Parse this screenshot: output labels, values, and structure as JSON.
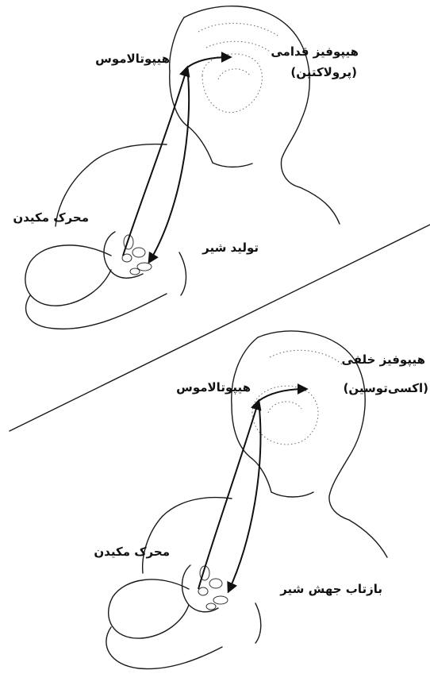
{
  "top": {
    "hypothalamus": "هیپوتالاموس",
    "pituitary_line1": "هیپوفیز قدامی",
    "pituitary_line2": "(پرولاکتین)",
    "stimulus": "محرک مکیدن",
    "response": "تولید شیر"
  },
  "bottom": {
    "hypothalamus": "هیپوتالاموس",
    "pituitary_line1": "هیپوفیز خلفی",
    "pituitary_line2": "(اکسی‌توسین)",
    "stimulus": "محرک مکیدن",
    "response": "بازتاب جهش شیر"
  }
}
